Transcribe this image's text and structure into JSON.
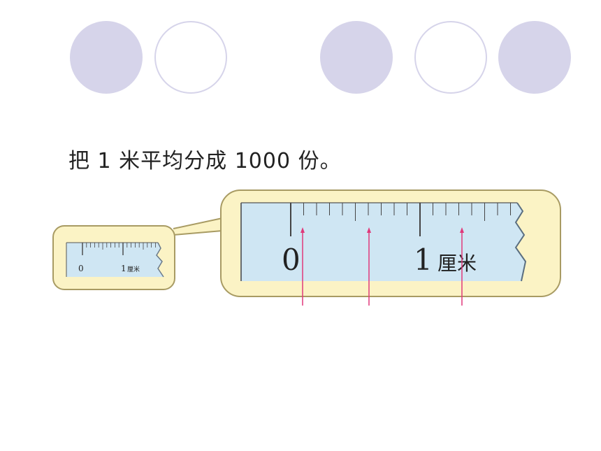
{
  "caption": "把 1 米平均分成 1000 份。",
  "small_ruler": {
    "zero_label": "0",
    "one_label": "1",
    "unit_label": "厘米"
  },
  "large_ruler": {
    "zero_label": "0",
    "one_label": "1",
    "unit_label": "厘米",
    "minor_divisions_per_cm": 10
  },
  "colors": {
    "circle": "#d6d4ea",
    "bubble_fill": "#fbf3c5",
    "bubble_border": "#a89b63",
    "ruler_fill": "#cfe6f3",
    "arrow": "#e0397a"
  },
  "icons": [
    "filled-circle-icon",
    "outline-circle-icon",
    "filled-circle-icon",
    "outline-circle-icon",
    "filled-circle-icon",
    "pointer-arrow-icon"
  ]
}
